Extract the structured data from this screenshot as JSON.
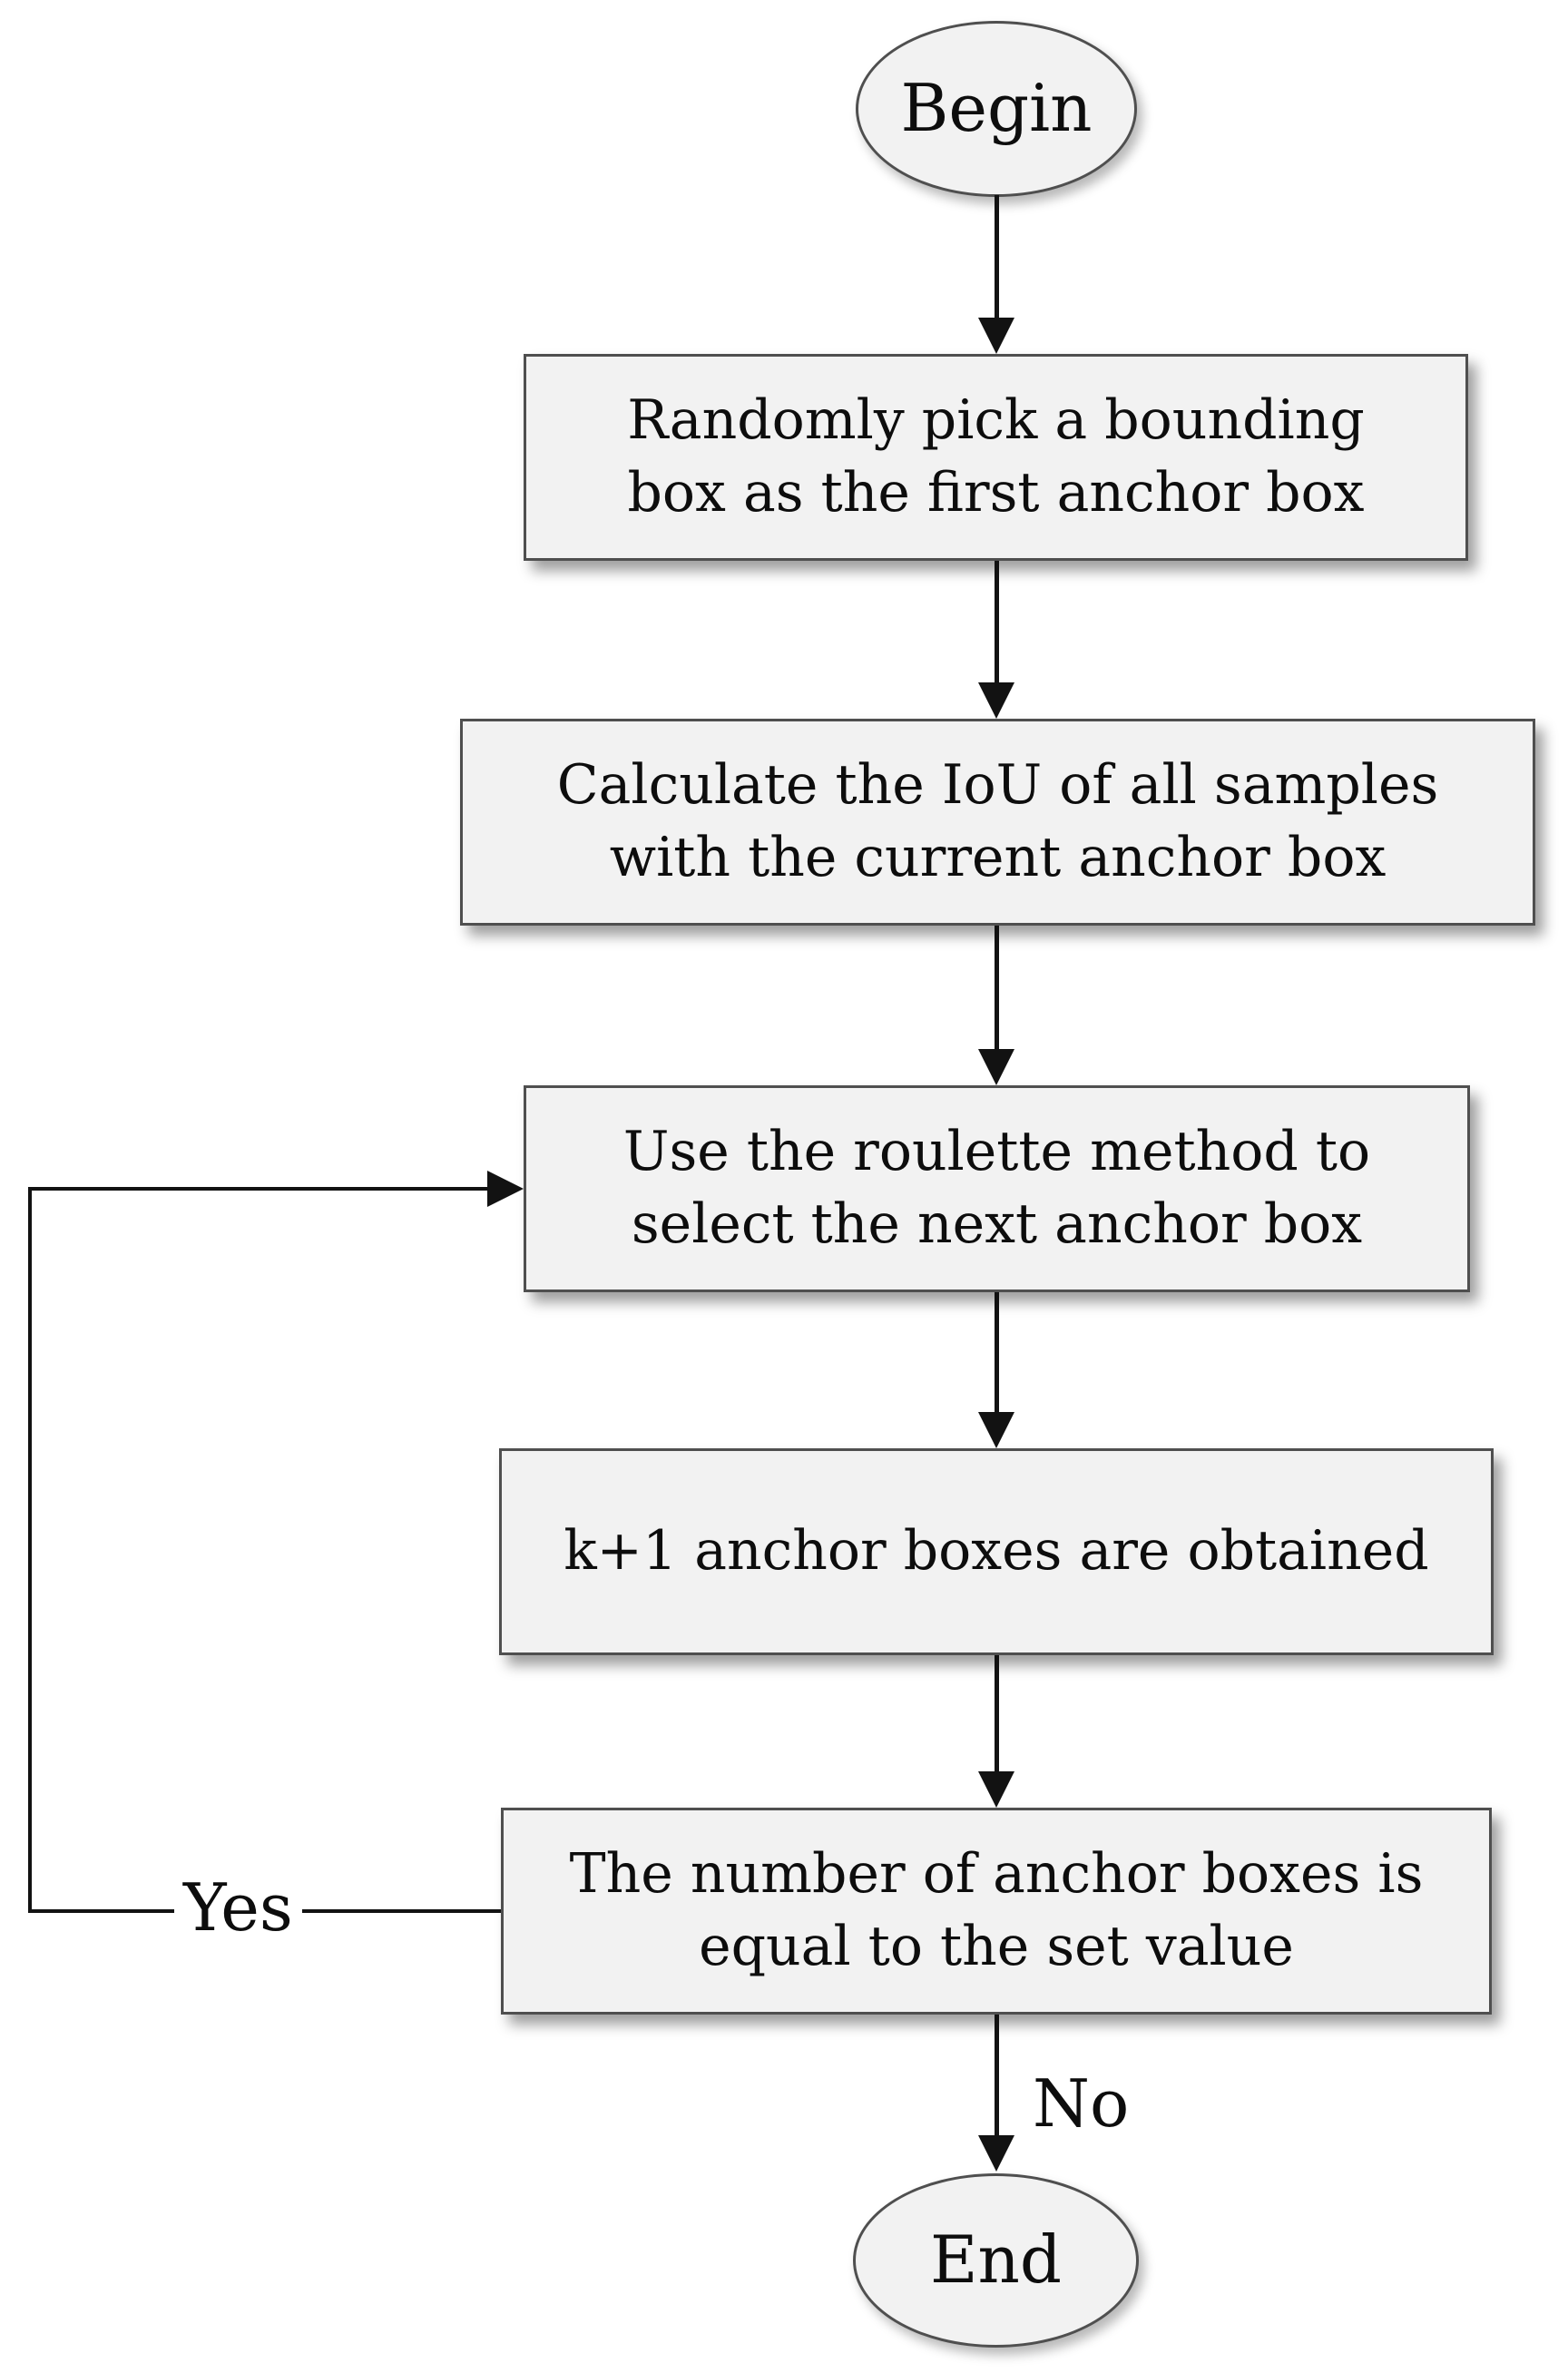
{
  "theme": {
    "background": "#ffffff",
    "node_fill": "#f2f2f2",
    "node_border": "#4f4f4f",
    "line_color": "#121212",
    "text_color": "#0d0d0d"
  },
  "flowchart": {
    "begin": {
      "label": "Begin"
    },
    "steps": [
      {
        "id": "pick-first-anchor",
        "lines": [
          "Randomly pick a bounding",
          "box as the first anchor box"
        ]
      },
      {
        "id": "calculate-iou",
        "lines": [
          "Calculate the IoU of all samples",
          "with the current anchor box"
        ]
      },
      {
        "id": "roulette-select",
        "lines": [
          "Use the roulette method to",
          "select the next anchor box"
        ]
      },
      {
        "id": "k-plus-1-obtained",
        "lines": [
          "k+1 anchor boxes are obtained"
        ]
      },
      {
        "id": "count-equals-setting",
        "lines": [
          "The number of anchor boxes is",
          "equal to the set value"
        ]
      }
    ],
    "end": {
      "label": "End"
    },
    "edge_labels": {
      "yes": "Yes",
      "no": "No"
    }
  }
}
